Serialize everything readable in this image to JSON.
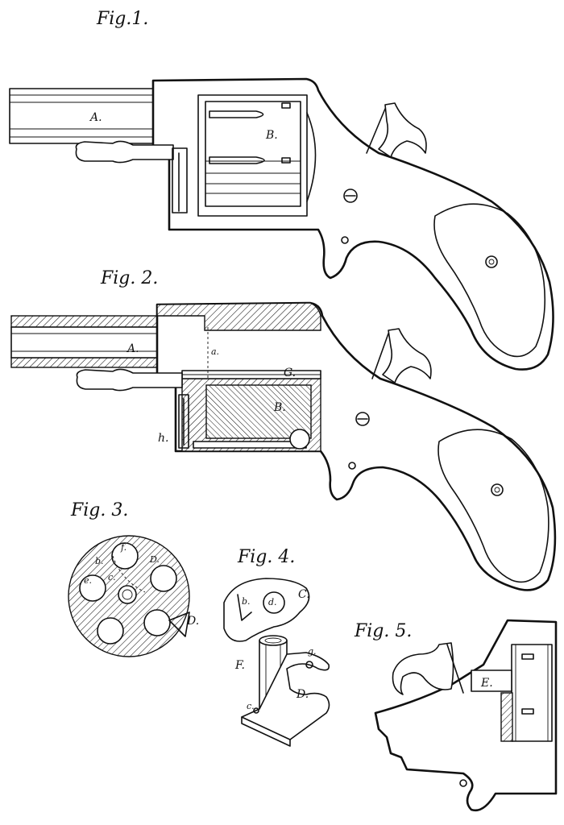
{
  "figures": {
    "fig1": {
      "title": "Fig.1.",
      "labels": {
        "A": "A.",
        "B": "B."
      }
    },
    "fig2": {
      "title": "Fig. 2.",
      "labels": {
        "A": "A.",
        "a": "a.",
        "G": "G.",
        "B": "B.",
        "h": "h."
      }
    },
    "fig3": {
      "title": "Fig. 3.",
      "labels": {
        "b": "b.",
        "f": "f.",
        "c": "c.",
        "D": "D.",
        "e": "e.",
        "D2": "D."
      }
    },
    "fig4": {
      "title": "Fig. 4.",
      "labels": {
        "b": "b.",
        "d": "d.",
        "C": "C.",
        "g": "g.",
        "F": "F.",
        "D": "D.",
        "c": "c."
      }
    },
    "fig5": {
      "title": "Fig. 5.",
      "labels": {
        "E": "E."
      }
    }
  },
  "colors": {
    "ink": "#111111",
    "paper": "#ffffff"
  }
}
